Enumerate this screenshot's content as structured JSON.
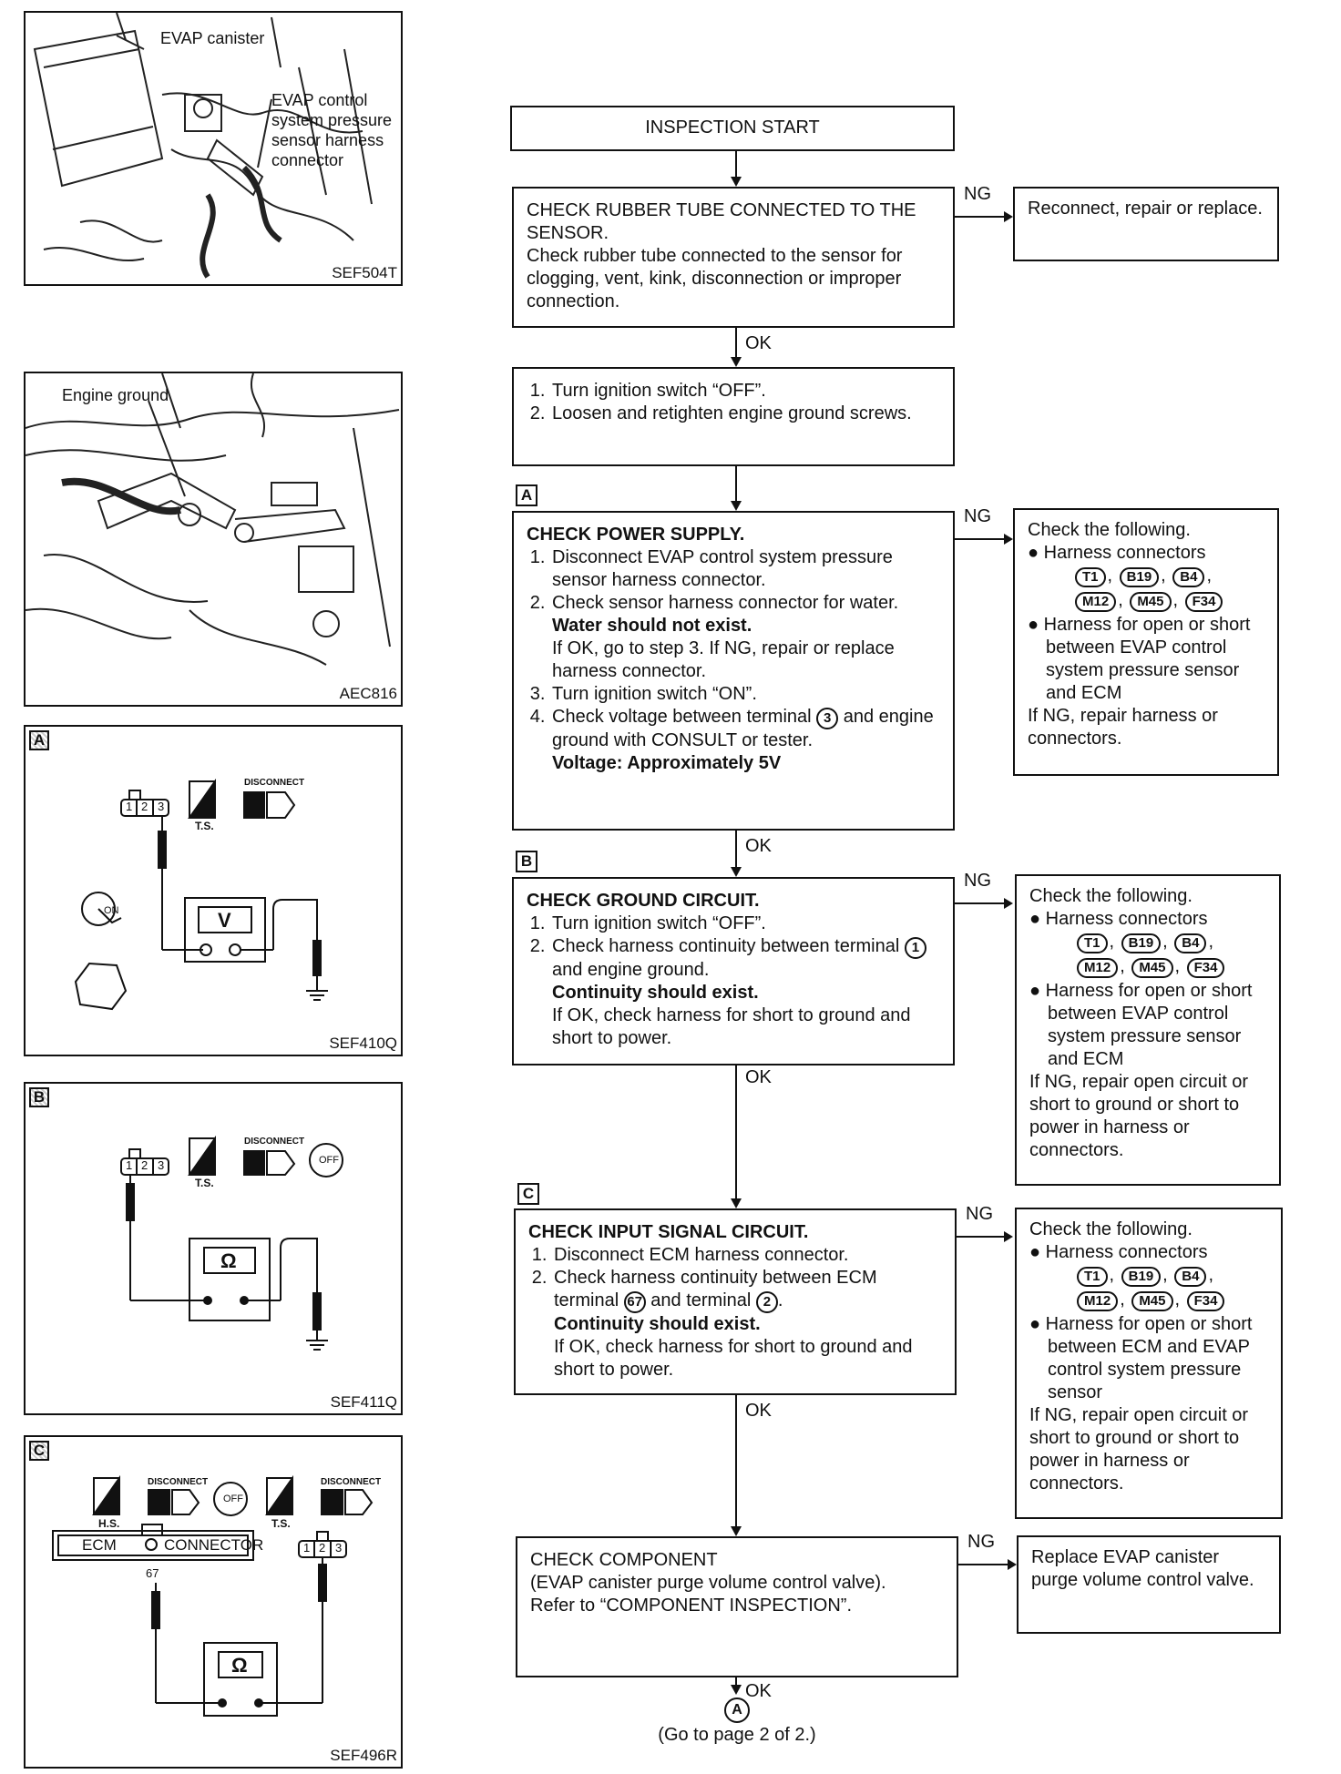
{
  "figures": {
    "evap": {
      "id": "SEF504T",
      "label_canister": "EVAP canister",
      "label_sensor": [
        "EVAP control",
        "system pressure",
        "sensor harness",
        "connector"
      ]
    },
    "ground": {
      "id": "AEC816",
      "label": "Engine ground"
    },
    "fig_a": {
      "letter": "A",
      "id": "SEF410Q",
      "meter": "V",
      "disconnect": "DISCONNECT",
      "ts": "T.S.",
      "ign": "ON"
    },
    "fig_b": {
      "letter": "B",
      "id": "SEF411Q",
      "meter": "Ω",
      "disconnect": "DISCONNECT",
      "ts": "T.S.",
      "ign": "OFF"
    },
    "fig_c": {
      "letter": "C",
      "id": "SEF496R",
      "meter": "Ω",
      "disconnect": "DISCONNECT",
      "hs": "H.S.",
      "ts": "T.S.",
      "ign": "OFF",
      "ecm": "ECM",
      "connector": "CONNECTOR",
      "terminal": "67"
    },
    "terminals": [
      "1",
      "2",
      "3"
    ]
  },
  "flow": {
    "start": "INSPECTION START",
    "step1": {
      "title": "CHECK RUBBER TUBE CONNECTED TO THE SENSOR.",
      "body": "Check rubber tube connected to the sensor for clogging, vent, kink, disconnection or improper connection.",
      "ng_result": "Reconnect, repair or replace."
    },
    "step2": {
      "items": [
        "Turn ignition switch “OFF”.",
        "Loosen and retighten engine ground screws."
      ]
    },
    "step3": {
      "letter": "A",
      "title": "CHECK POWER SUPPLY.",
      "i1": "Disconnect EVAP control system pressure sensor harness connector.",
      "i2": "Check sensor harness connector for water.",
      "i2_bold": "Water should not exist.",
      "i2_note": "If OK, go to step 3. If NG, repair or replace harness connector.",
      "i3": "Turn ignition switch “ON”.",
      "i4a": "Check voltage between terminal",
      "i4_term": "3",
      "i4b": "and engine ground with CONSULT or tester.",
      "spec": "Voltage: Approximately 5V",
      "ng": {
        "intro": "Check the following.",
        "b1": "Harness connectors",
        "connectors": [
          "T1",
          "B19",
          "B4",
          "M12",
          "M45",
          "F34"
        ],
        "b2": "Harness for open or short between EVAP control system pressure sensor and ECM",
        "outro": "If NG, repair harness or connectors."
      }
    },
    "step4": {
      "letter": "B",
      "title": "CHECK GROUND CIRCUIT.",
      "i1": "Turn ignition switch “OFF”.",
      "i2a": "Check harness continuity between terminal",
      "i2_term": "1",
      "i2b": "and engine ground.",
      "spec": "Continuity should exist.",
      "note": "If OK, check harness for short to ground and short to power.",
      "ng": {
        "intro": "Check the following.",
        "b1": "Harness connectors",
        "connectors": [
          "T1",
          "B19",
          "B4",
          "M12",
          "M45",
          "F34"
        ],
        "b2": "Harness for open or short between EVAP control system pressure sensor and ECM",
        "outro": "If NG, repair open circuit or short to ground or short to power in harness or connectors."
      }
    },
    "step5": {
      "letter": "C",
      "title": "CHECK INPUT SIGNAL CIRCUIT.",
      "i1": "Disconnect ECM harness connector.",
      "i2a": "Check harness continuity between ECM terminal",
      "i2_term1": "67",
      "i2b": "and terminal",
      "i2_term2": "2",
      "spec": "Continuity should exist.",
      "note": "If OK, check harness for short to ground and short to power.",
      "ng": {
        "intro": "Check the following.",
        "b1": "Harness connectors",
        "connectors": [
          "T1",
          "B19",
          "B4",
          "M12",
          "M45",
          "F34"
        ],
        "b2": "Harness for open or short between ECM and EVAP control system pressure sensor",
        "outro": "If NG, repair open circuit or short to ground or short to power in harness or connectors."
      }
    },
    "step6": {
      "title": "CHECK COMPONENT",
      "body": "(EVAP canister purge volume control valve).",
      "ref": "Refer to “COMPONENT INSPECTION”.",
      "ng_result": "Replace EVAP canister purge volume control valve."
    },
    "end": {
      "symbol": "A",
      "text": "(Go to page 2 of 2.)"
    },
    "ng": "NG",
    "ok": "OK"
  }
}
